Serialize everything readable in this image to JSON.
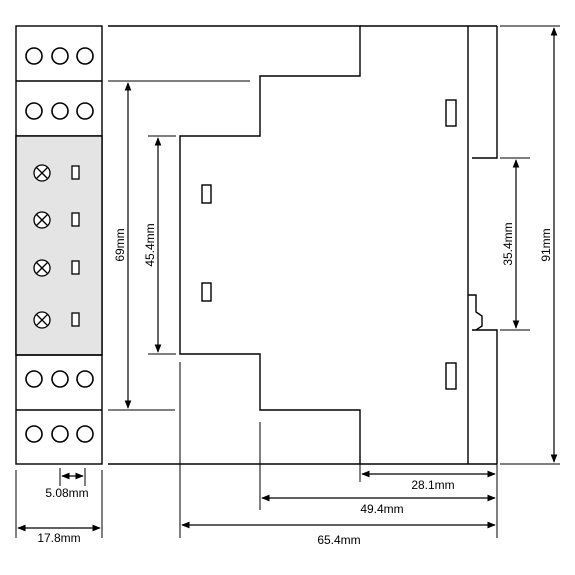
{
  "dimensions": {
    "terminal_pitch": "5.08mm",
    "front_width": "17.8mm",
    "depth_rear": "28.1mm",
    "depth_mid": "49.4mm",
    "depth_total": "65.4mm",
    "height_mid": "69mm",
    "height_inner": "45.4mm",
    "rail_height": "35.4mm",
    "total_height": "91mm"
  }
}
